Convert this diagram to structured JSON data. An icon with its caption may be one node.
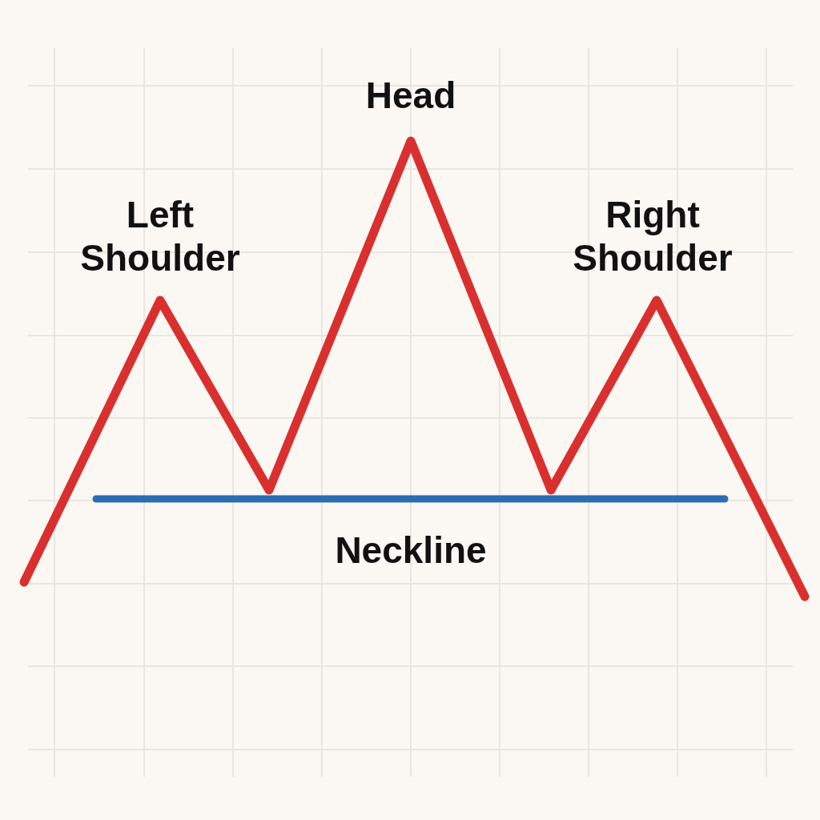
{
  "diagram": {
    "labels": [
      "Head",
      "Left Shoulder",
      "Right Shoulder",
      "Neckline"
    ]
  }
}
